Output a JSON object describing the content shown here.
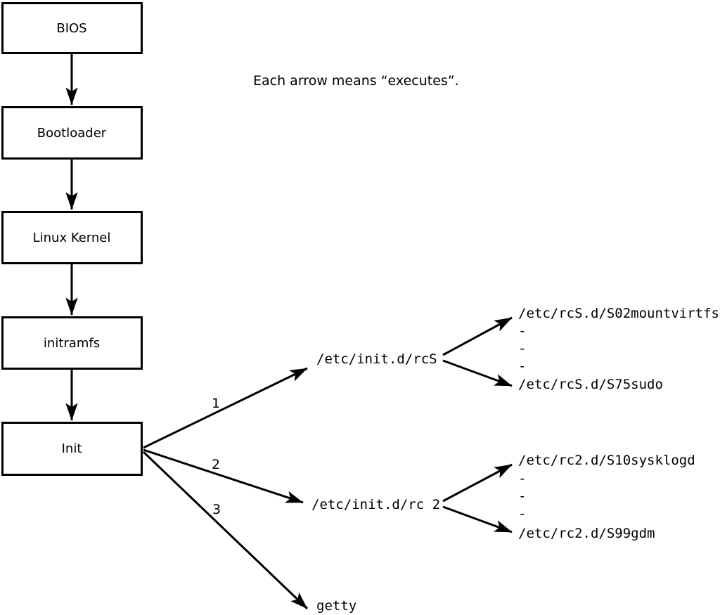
{
  "diagram": {
    "note": "Each arrow means “executes”.",
    "nodes": [
      {
        "label": "BIOS"
      },
      {
        "label": "Bootloader"
      },
      {
        "label": "Linux Kernel"
      },
      {
        "label": "initramfs"
      },
      {
        "label": "Init"
      }
    ],
    "init_branches": [
      {
        "order": "1",
        "target": "/etc/init.d/rcS",
        "children": [
          "/etc/rcS.d/S02mountvirtfs",
          "-",
          "-",
          "-",
          "/etc/rcS.d/S75sudo"
        ]
      },
      {
        "order": "2",
        "target": "/etc/init.d/rc 2",
        "children": [
          "/etc/rc2.d/S10sysklogd",
          "-",
          "-",
          "-",
          "/etc/rc2.d/S99gdm"
        ]
      },
      {
        "order": "3",
        "target": "getty",
        "children": []
      }
    ],
    "colors": {
      "line": "#000000",
      "background": "#ffffff"
    }
  }
}
